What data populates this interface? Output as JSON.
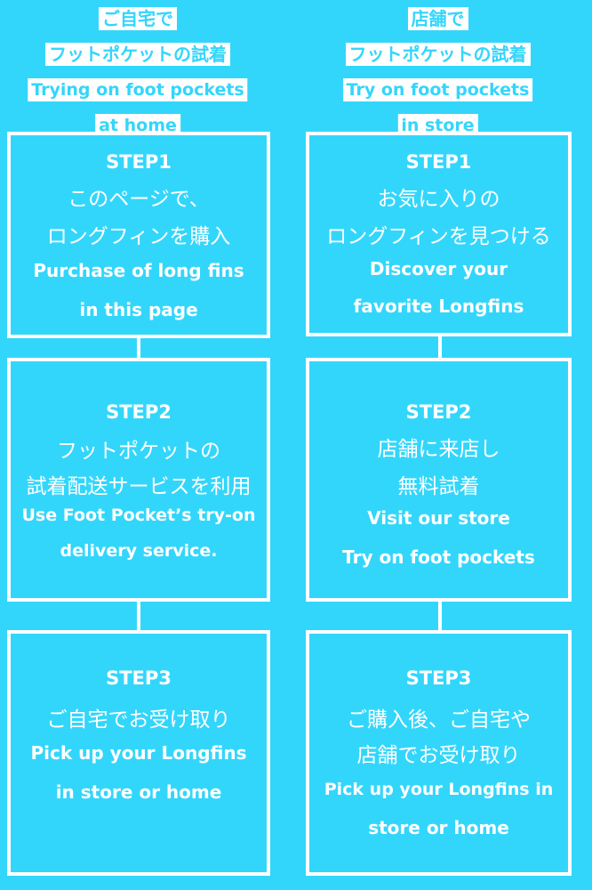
{
  "left": {
    "header": [
      "ご自宅で",
      "フットポケットの試着",
      "Trying on foot pockets",
      "at home"
    ],
    "steps": [
      {
        "label": "STEP1",
        "lines": [
          "このページで、",
          "ロングフィンを購入",
          "Purchase of long fins",
          "in this page"
        ]
      },
      {
        "label": "STEP2",
        "lines": [
          "フットポケットの",
          "試着配送サービスを利用",
          "Use Foot Pocket’s try-on",
          "delivery service."
        ]
      },
      {
        "label": "STEP3",
        "lines": [
          "ご自宅でお受け取り",
          "Pick up your Longfins",
          "in store or home"
        ]
      }
    ]
  },
  "right": {
    "header": [
      "店舗で",
      "フットポケットの試着",
      "Try on foot pockets",
      "in store"
    ],
    "steps": [
      {
        "label": "STEP1",
        "lines": [
          "お気に入りの",
          "ロングフィンを見つける",
          "Discover your",
          "favorite Longfins"
        ]
      },
      {
        "label": "STEP2",
        "lines": [
          "店舗に来店し",
          "無料試着",
          "Visit our store",
          "Try on foot pockets"
        ]
      },
      {
        "label": "STEP3",
        "lines": [
          "ご購入後、ご自宅や",
          "店舗でお受け取り",
          "Pick up your Longfins in",
          "store or home"
        ]
      }
    ]
  },
  "colors": {
    "background": "#33d6fb",
    "white": "#ffffff"
  }
}
